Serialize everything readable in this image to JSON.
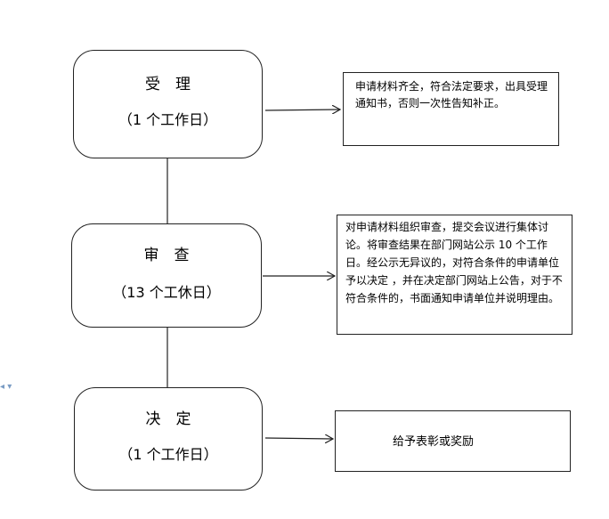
{
  "steps": [
    {
      "title": "受　理",
      "duration": "（1 个工作日）"
    },
    {
      "title": "审　查",
      "duration": "（13 个工休日）"
    },
    {
      "title": "决　定",
      "duration": "（1 个工作日）"
    }
  ],
  "notes": [
    {
      "text": "申请材料齐全，符合法定要求，出具受理通知书，否则一次性告知补正。"
    },
    {
      "text": "对申请材料组织审查，提交会议进行集体讨论。将审查结果在部门网站公示 10 个工作日。经公示无异议的，对符合条件的申请单位予以决定 ，并在决定部门网站上公告，对于不符合条件的，书面通知申请单位并说明理由。"
    },
    {
      "text": "给予表彰或奖励"
    }
  ],
  "colors": {
    "stroke": "#222222",
    "background": "#ffffff",
    "edge_glyph": "#7a9cc4"
  },
  "edge_icon": "caret-down-icon"
}
